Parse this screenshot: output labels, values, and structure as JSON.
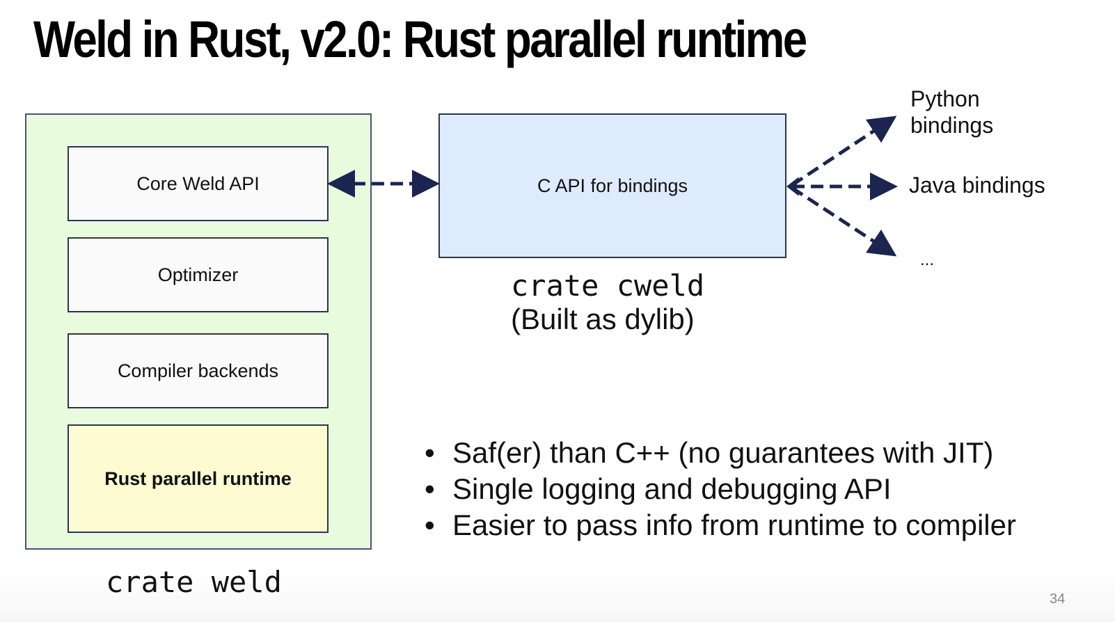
{
  "slide": {
    "title": "Weld in Rust, v2.0: Rust parallel runtime",
    "page_number": "34"
  },
  "crate_weld": {
    "label": "crate weld",
    "background_color": "#e8fbdc",
    "blocks": [
      {
        "label": "Core Weld API"
      },
      {
        "label": "Optimizer"
      },
      {
        "label": "Compiler backends"
      },
      {
        "label": "Rust parallel runtime",
        "highlighted": true,
        "color": "#fdfbd2"
      }
    ]
  },
  "crate_cweld": {
    "box_label": "C API for bindings",
    "label": "crate cweld",
    "sublabel": "(Built as dylib)",
    "background_color": "#deebfd"
  },
  "bindings": {
    "python": [
      "Python",
      "bindings"
    ],
    "java": "Java bindings",
    "more": "..."
  },
  "bullets": [
    "Saf(er) than C++ (no guarantees with JIT)",
    "Single logging and debugging API",
    "Easier to pass info from runtime to compiler"
  ],
  "colors": {
    "arrow": "#1b2550"
  }
}
